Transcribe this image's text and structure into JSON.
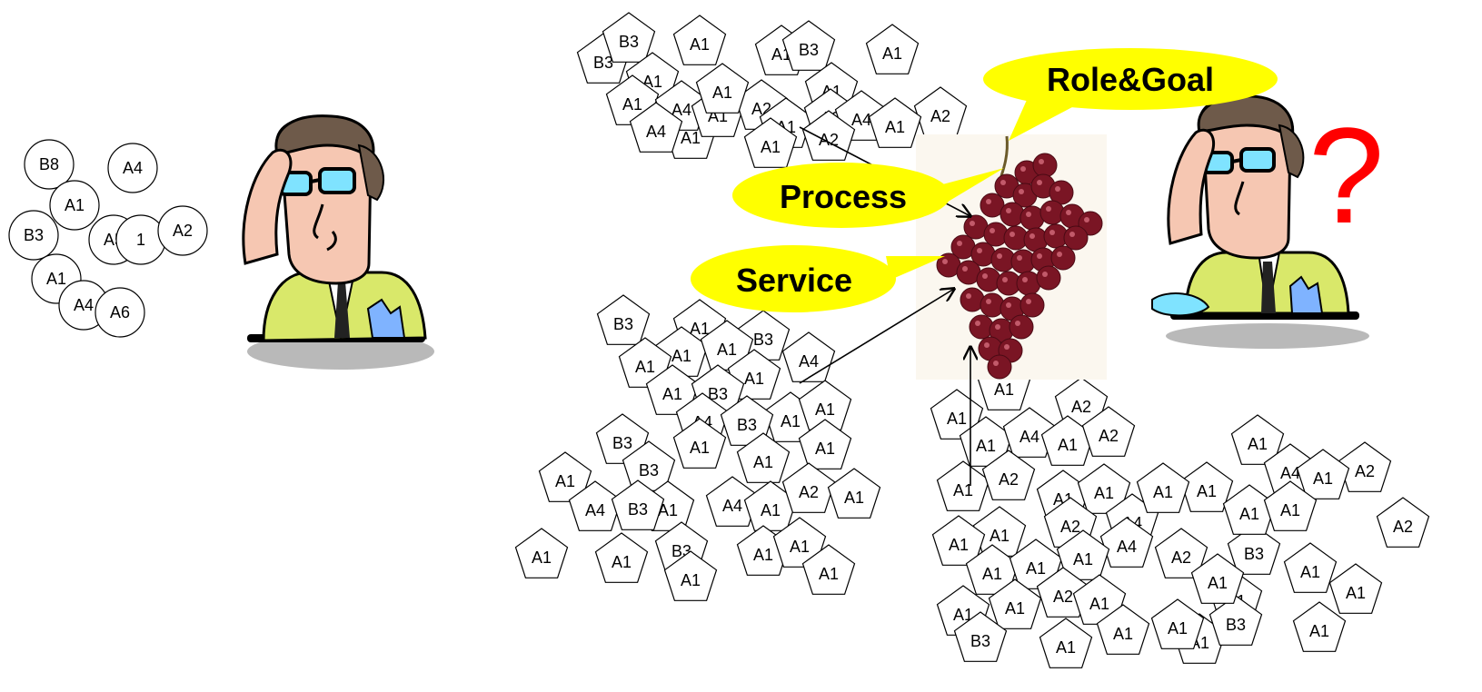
{
  "colors": {
    "callout": "#ffff00",
    "question": "#ff0000",
    "grape": "#7a1524",
    "shirt": "#d9e86a",
    "glasses": "#7fe3ff"
  },
  "circles": [
    "B8",
    "A4",
    "A1",
    "B3",
    "A5",
    "1",
    "A2",
    "A1",
    "A4",
    "A6"
  ],
  "pent_top": [
    "B3",
    "B3",
    "A1",
    "A1",
    "B3",
    "A1",
    "A1",
    "A1",
    "A1",
    "A1",
    "A4",
    "A1",
    "A2",
    "A1",
    "A2",
    "A4",
    "A1",
    "A2",
    "A4",
    "A1",
    "A1",
    "A2"
  ],
  "pent_mid": [
    "B3",
    "A1",
    "B3",
    "A1",
    "A1",
    "A1",
    "A4",
    "A1",
    "A1",
    "B3",
    "A1",
    "A1",
    "A4",
    "B3",
    "A1",
    "A1",
    "B3",
    "A1",
    "A4",
    "A1",
    "B3",
    "A1",
    "A4",
    "A1",
    "A2",
    "A1",
    "B3",
    "A1",
    "B3",
    "A1",
    "A1",
    "A1",
    "A1",
    "A1"
  ],
  "pent_right": [
    "A1",
    "A1",
    "A2",
    "A1",
    "A4",
    "A1",
    "A2",
    "A1",
    "A2",
    "A1",
    "A1",
    "A1",
    "A4",
    "A2",
    "A1",
    "A1",
    "A1",
    "A4",
    "A1",
    "A2",
    "A1",
    "A1",
    "A2",
    "A1",
    "A1",
    "A1",
    "B3",
    "A4",
    "A2",
    "A1",
    "A1",
    "A1",
    "A1",
    "A2",
    "A1",
    "B3",
    "A1",
    "A1",
    "A1",
    "B3",
    "A1",
    "A1",
    "A1",
    "A1",
    "A1"
  ],
  "callouts": {
    "role_goal": "Role&Goal",
    "process": "Process",
    "service": "Service"
  },
  "question_mark": "?"
}
